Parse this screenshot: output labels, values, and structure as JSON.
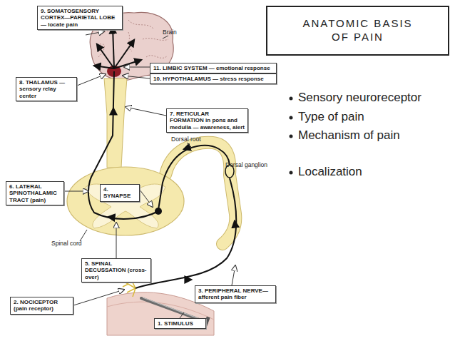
{
  "diagram": {
    "title": "ANATOMIC BASIS OF PAIN",
    "nodes": [
      {
        "text": [
          "9. SOMATOSENSORY CORTEX—PARIETAL LOBE — locate pain"
        ]
      },
      {
        "text": [
          "11. LIMBIC SYSTEM — emotional response"
        ]
      },
      {
        "text": [
          "8. THALAMUS — sensory relay center"
        ]
      },
      {
        "text": [
          "10. HYPOTHALAMUS — stress response"
        ]
      },
      {
        "text": [
          "7. RETICULAR FORMATION in pons and medulla — awareness, alert"
        ]
      },
      {
        "text": [
          "6. LATERAL SPINOTHALAMIC TRACT (pain)"
        ]
      },
      {
        "text": [
          "4. SYNAPSE"
        ]
      },
      {
        "text": [
          "5. SPINAL DECUSSATION (cross-over)"
        ]
      },
      {
        "text": [
          "2. NOCICEPTOR (pain receptor)"
        ]
      },
      {
        "text": [
          "3. PERIPHERAL NERVE— afferent pain fiber"
        ]
      },
      {
        "text": [
          "1. STIMULUS"
        ]
      }
    ],
    "labels": [
      "Brain",
      "Dorsal root",
      "Dorsal ganglion",
      "Spinal cord",
      "Sensory neuroreceptor",
      "Type of pain",
      "Mechanism of pain",
      "Localization"
    ]
  }
}
